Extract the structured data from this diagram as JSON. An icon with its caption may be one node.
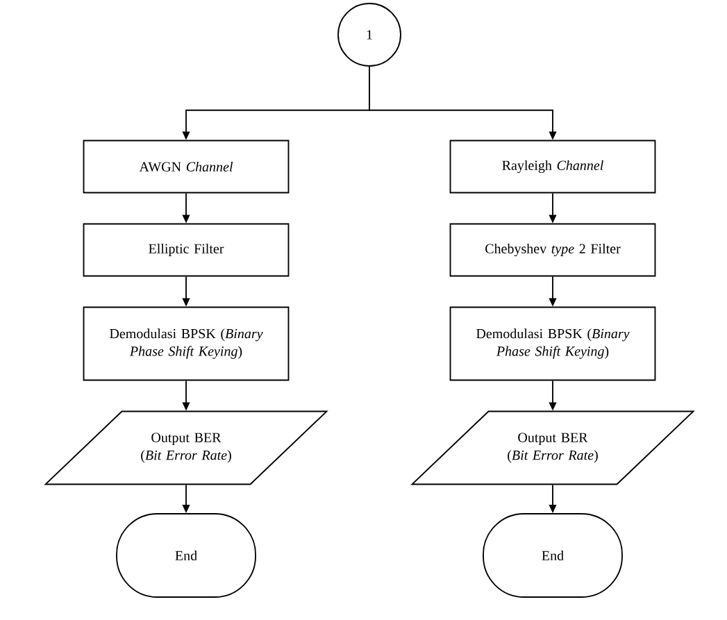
{
  "diagram": {
    "nodes": [
      {
        "text": [
          "1"
        ]
      },
      {
        "text": [
          "AWGN *Channel*"
        ]
      },
      {
        "text": [
          "Rayleigh *Channel*"
        ]
      },
      {
        "text": [
          "Elliptic Filter"
        ]
      },
      {
        "text": [
          "Chebyshev *type* 2 Filter"
        ]
      },
      {
        "text": [
          "Demodulasi BPSK (*Binary Phase Shift Keying*)"
        ]
      },
      {
        "text": [
          "Demodulasi BPSK (*Binary Phase Shift Keying*)"
        ]
      },
      {
        "text": [
          "Output BER (*Bit Error Rate*)"
        ]
      },
      {
        "text": [
          "Output BER (*Bit Error Rate*)"
        ]
      },
      {
        "text": [
          "End"
        ]
      },
      {
        "text": [
          "End"
        ]
      }
    ],
    "edges": [
      {
        "from": 0,
        "to": 1,
        "arrow": "to"
      },
      {
        "from": 0,
        "to": 2,
        "arrow": "to"
      },
      {
        "from": 1,
        "to": 3,
        "arrow": "to"
      },
      {
        "from": 2,
        "to": 4,
        "arrow": "to"
      },
      {
        "from": 3,
        "to": 5,
        "arrow": "to"
      },
      {
        "from": 4,
        "to": 6,
        "arrow": "to"
      },
      {
        "from": 5,
        "to": 7,
        "arrow": "to"
      },
      {
        "from": 6,
        "to": 8,
        "arrow": "to"
      },
      {
        "from": 7,
        "to": 9,
        "arrow": "to"
      },
      {
        "from": 8,
        "to": 10,
        "arrow": "to"
      }
    ]
  }
}
